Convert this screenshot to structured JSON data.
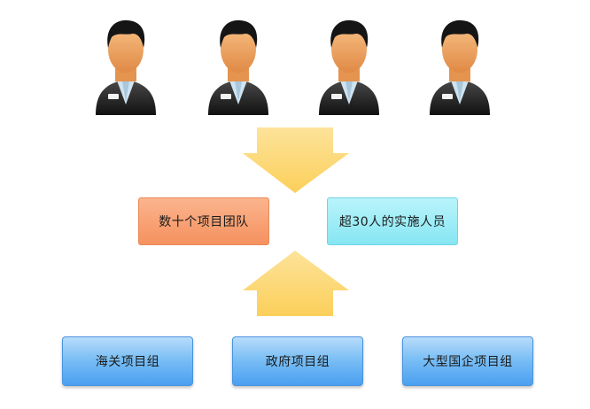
{
  "people": [
    {
      "icon": "person-icon"
    },
    {
      "icon": "person-icon"
    },
    {
      "icon": "person-icon"
    },
    {
      "icon": "person-icon"
    }
  ],
  "middle": {
    "left_label": "数十个项目团队",
    "right_label": "超30人的实施人员"
  },
  "groups": [
    {
      "label": "海关项目组"
    },
    {
      "label": "政府项目组"
    },
    {
      "label": "大型国企项目组"
    }
  ],
  "colors": {
    "arrow": "#fcd66a",
    "orange_box": "#f7a270",
    "cyan_box": "#9eedf7",
    "blue_box": "#6db5f4"
  }
}
